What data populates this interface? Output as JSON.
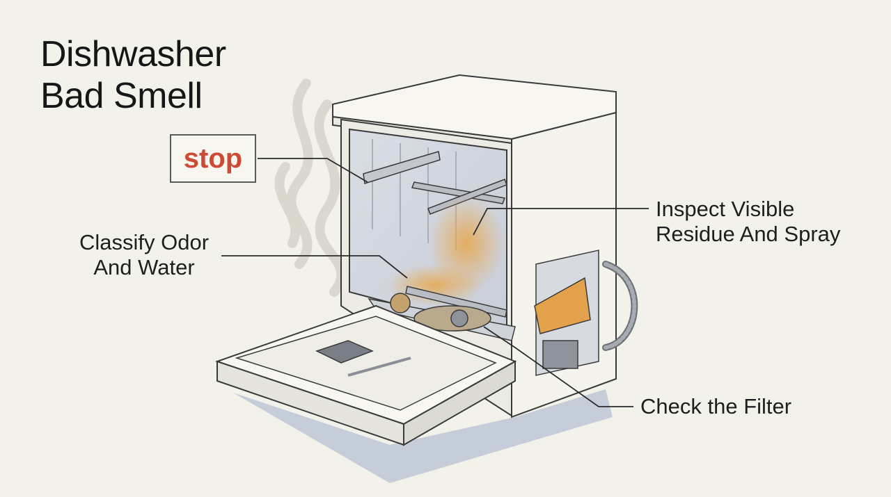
{
  "title": {
    "line1": "Dishwasher",
    "line2": "Bad Smell"
  },
  "stop_label": "stop",
  "callouts": {
    "classify": {
      "line1": "Classify Odor",
      "line2": "And Water"
    },
    "inspect": {
      "line1": "Inspect Visible",
      "line2": "Residue And Spray"
    },
    "filter": {
      "line1": "Check the Filter"
    }
  },
  "colors": {
    "background": "#f3f2ea",
    "stop_text": "#cf4a36",
    "residue": "#e8a64a",
    "outline": "#3a3a3a",
    "shadow": "#b9c3d3"
  }
}
